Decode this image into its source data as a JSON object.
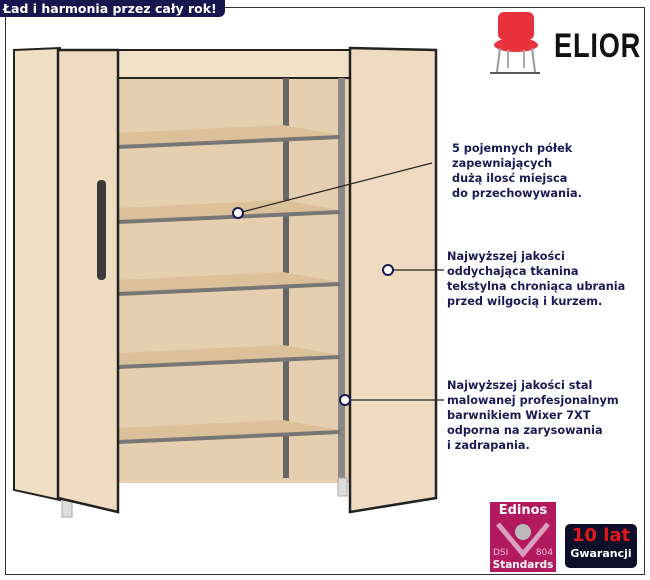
{
  "header": {
    "tagline": "Ład i harmonia przez cały rok!"
  },
  "brand": {
    "name": "ELIOR",
    "logo_icon": "red-chair-icon"
  },
  "features": [
    {
      "text": "5 pojemnych półek\nzapewniających\ndużą ilosć miejsca\ndo przechowywania."
    },
    {
      "text": "Najwyższej jakości\noddychająca tkanina\ntekstylna chroniąca ubrania\nprzed wilgocią i kurzem."
    },
    {
      "text": "Najwyższej jakości stal\nmalowanej profesjonalnym\nbarwnikiem Wixer 7XT\nodporna na zarysowania\ni zadrapania."
    }
  ],
  "badges": {
    "edinos": {
      "title": "Edinos",
      "left": "DSI",
      "right": "804",
      "bottom": "Standards",
      "color": "#b3195e"
    },
    "warranty": {
      "line1": "10 lat",
      "line2": "Gwarancji"
    }
  },
  "colors": {
    "fabric": "#efdcc0",
    "shelf": "#dcc09a",
    "navy": "#17174f"
  }
}
